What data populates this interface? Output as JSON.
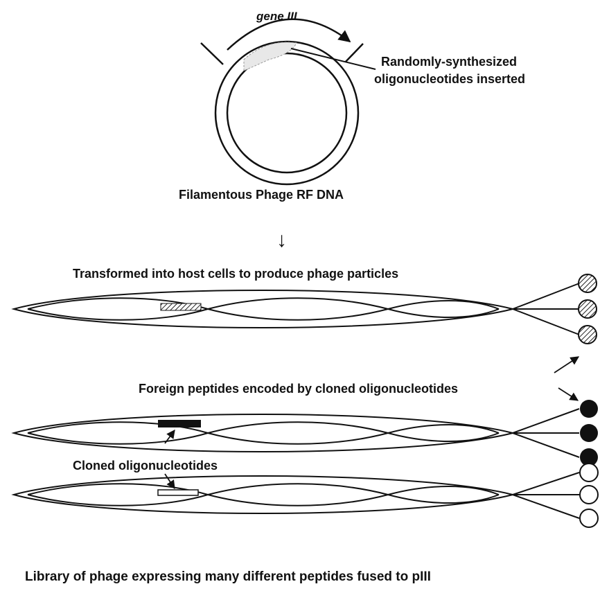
{
  "labels": {
    "gene": "gene III",
    "insert_line1": "Randomly-synthesized",
    "insert_line2": "oligonucleotides inserted",
    "rf_dna": "Filamentous Phage RF DNA",
    "arrow": "↓",
    "transform": "Transformed into host cells to produce phage particles",
    "foreign": "Foreign peptides encoded by cloned oligonucleotides",
    "cloned": "Cloned oligonucleotides",
    "library": "Library of phage expressing many different peptides fused to pIII"
  }
}
